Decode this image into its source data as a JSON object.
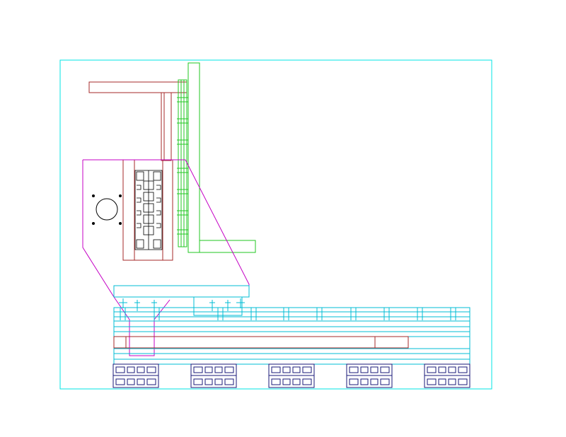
{
  "drawing": {
    "view": "top",
    "colors": {
      "background": "#ffffff",
      "border": "#00e5e5",
      "rail": "#00bcd4",
      "frame_red": "#a52a2a",
      "bracket_green": "#22c722",
      "plate_magenta": "#c400c4",
      "profile_navy": "#1a1a7a",
      "hardware_black": "#000000"
    },
    "components": [
      {
        "id": "outer-frame",
        "type": "drawing-border",
        "color": "border"
      },
      {
        "id": "red-top-beam",
        "type": "beam",
        "color": "frame_red"
      },
      {
        "id": "red-vertical-post",
        "type": "post",
        "color": "frame_red"
      },
      {
        "id": "green-l-bracket",
        "type": "bracket",
        "color": "bracket_green"
      },
      {
        "id": "magenta-motor-plate",
        "type": "plate",
        "color": "plate_magenta"
      },
      {
        "id": "motor-bore",
        "type": "hole",
        "color": "hardware_black"
      },
      {
        "id": "aluminium-profile-vertical",
        "type": "extrusion",
        "color": "hardware_black"
      },
      {
        "id": "cyan-base-plate",
        "type": "plate",
        "color": "rail"
      },
      {
        "id": "linear-rail-stack",
        "type": "rail",
        "color": "rail"
      },
      {
        "id": "red-horizontal-bar",
        "type": "bar",
        "color": "frame_red"
      },
      {
        "id": "aluminium-profile-bottom",
        "type": "extrusion",
        "color": "profile_navy",
        "count": 5
      }
    ]
  }
}
